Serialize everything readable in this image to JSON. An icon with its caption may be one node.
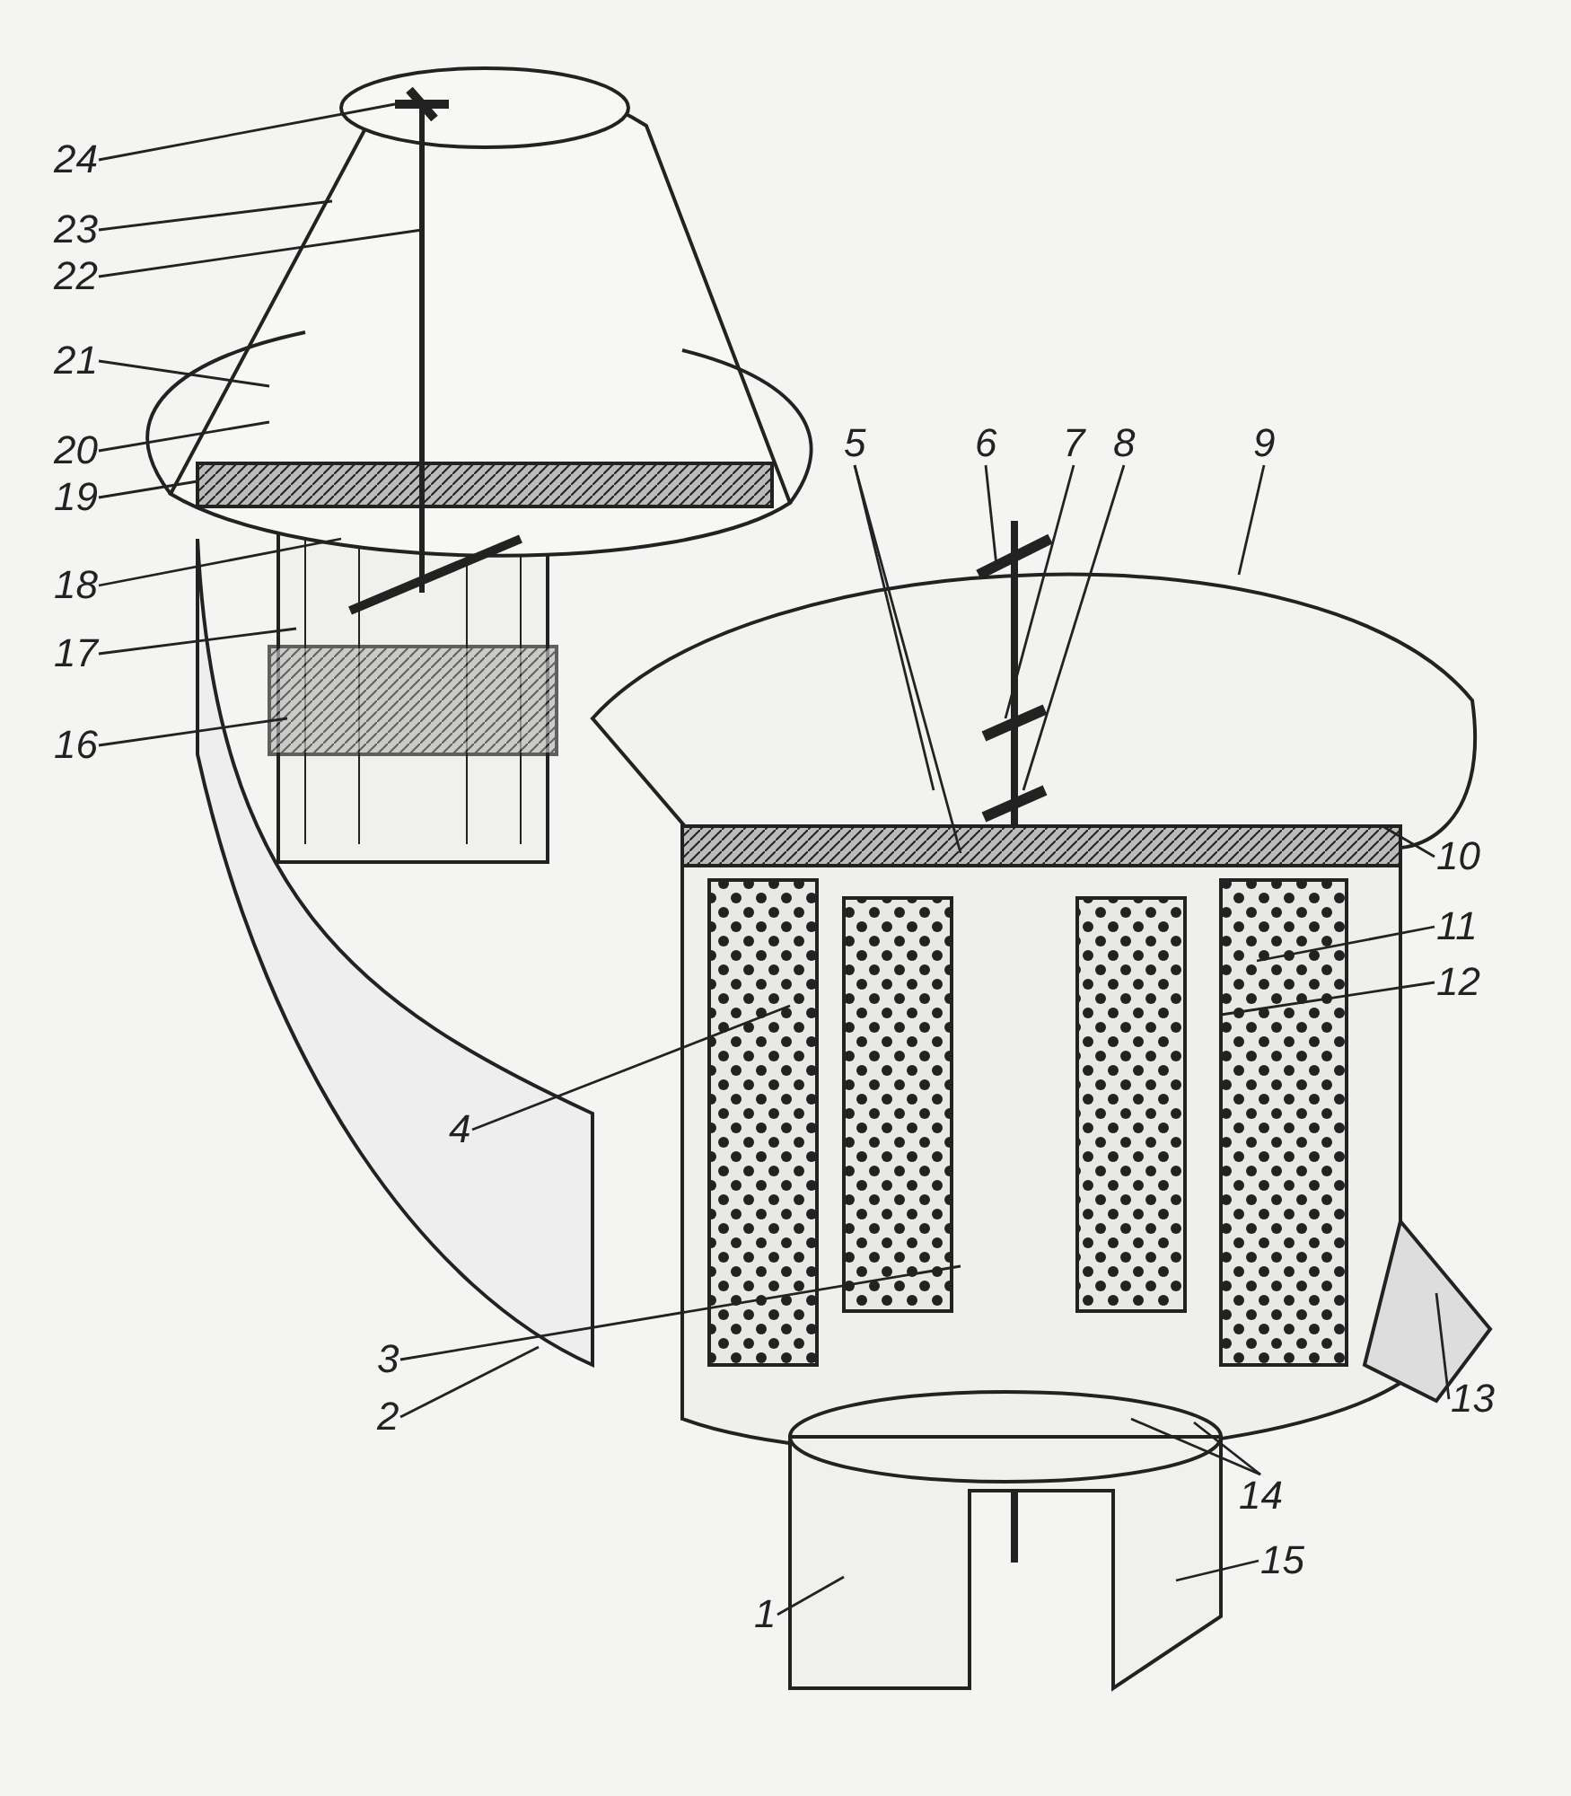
{
  "diagram": {
    "nodes": [
      {
        "text": [
          "1"
        ]
      },
      {
        "text": [
          "2"
        ]
      },
      {
        "text": [
          "3"
        ]
      },
      {
        "text": [
          "4"
        ]
      },
      {
        "text": [
          "5"
        ]
      },
      {
        "text": [
          "6"
        ]
      },
      {
        "text": [
          "7"
        ]
      },
      {
        "text": [
          "8"
        ]
      },
      {
        "text": [
          "9"
        ]
      },
      {
        "text": [
          "10"
        ]
      },
      {
        "text": [
          "11"
        ]
      },
      {
        "text": [
          "12"
        ]
      },
      {
        "text": [
          "13"
        ]
      },
      {
        "text": [
          "14"
        ]
      },
      {
        "text": [
          "15"
        ]
      },
      {
        "text": [
          "16"
        ]
      },
      {
        "text": [
          "17"
        ]
      },
      {
        "text": [
          "18"
        ]
      },
      {
        "text": [
          "19"
        ]
      },
      {
        "text": [
          "20"
        ]
      },
      {
        "text": [
          "21"
        ]
      },
      {
        "text": [
          "22"
        ]
      },
      {
        "text": [
          "23"
        ]
      },
      {
        "text": [
          "24"
        ]
      }
    ],
    "edges": [
      {
        "from": 0,
        "to": null,
        "arrow": "none"
      },
      {
        "from": 1,
        "to": null,
        "arrow": "none"
      },
      {
        "from": 2,
        "to": null,
        "arrow": "none"
      },
      {
        "from": 3,
        "to": null,
        "arrow": "none"
      },
      {
        "from": 4,
        "to": null,
        "arrow": "none"
      },
      {
        "from": 4,
        "to": null,
        "arrow": "none"
      },
      {
        "from": 5,
        "to": null,
        "arrow": "none"
      },
      {
        "from": 6,
        "to": null,
        "arrow": "none"
      },
      {
        "from": 7,
        "to": null,
        "arrow": "none"
      },
      {
        "from": 8,
        "to": null,
        "arrow": "none"
      },
      {
        "from": 9,
        "to": null,
        "arrow": "none"
      },
      {
        "from": 10,
        "to": null,
        "arrow": "none"
      },
      {
        "from": 11,
        "to": null,
        "arrow": "none"
      },
      {
        "from": 12,
        "to": null,
        "arrow": "none"
      },
      {
        "from": 13,
        "to": null,
        "arrow": "none"
      },
      {
        "from": 13,
        "to": null,
        "arrow": "none"
      },
      {
        "from": 14,
        "to": null,
        "arrow": "none"
      },
      {
        "from": 15,
        "to": null,
        "arrow": "none"
      },
      {
        "from": 16,
        "to": null,
        "arrow": "none"
      },
      {
        "from": 17,
        "to": null,
        "arrow": "none"
      },
      {
        "from": 18,
        "to": null,
        "arrow": "none"
      },
      {
        "from": 19,
        "to": null,
        "arrow": "none"
      },
      {
        "from": 20,
        "to": null,
        "arrow": "none"
      },
      {
        "from": 21,
        "to": null,
        "arrow": "none"
      },
      {
        "from": 22,
        "to": null,
        "arrow": "none"
      },
      {
        "from": 23,
        "to": null,
        "arrow": "none"
      }
    ]
  }
}
